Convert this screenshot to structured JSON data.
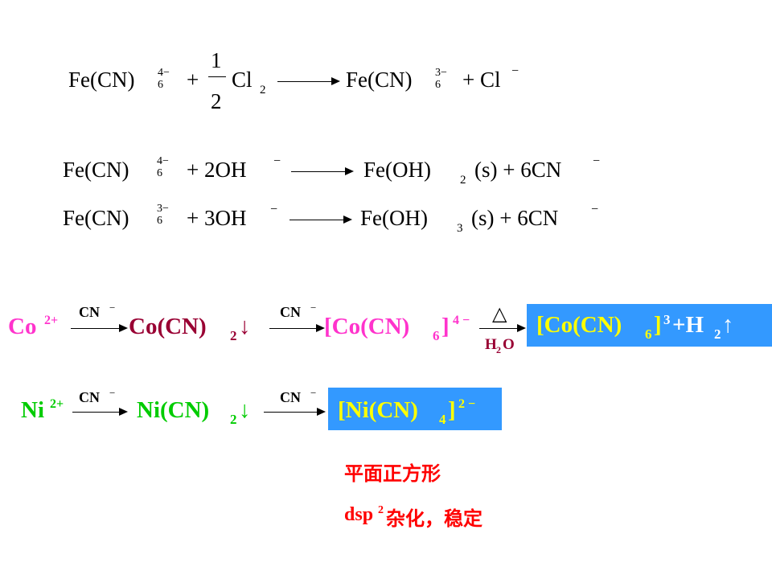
{
  "equation1": {
    "reactant": "Fe(CN)",
    "reactant_charge": "4−",
    "reactant_sub": "6",
    "plus1": "+",
    "frac_num": "1",
    "frac_den": "2",
    "cl": "Cl",
    "cl_sub": "2",
    "product": "Fe(CN)",
    "product_charge": "3−",
    "product_sub": "6",
    "plus2": "+ Cl",
    "cl_charge": "−"
  },
  "equation2": {
    "reactant": "Fe(CN)",
    "charge": "4−",
    "sub": "6",
    "oh": "+ 2OH",
    "oh_charge": "−",
    "product": "Fe(OH)",
    "product_sub": "2",
    "rest": "(s) + 6CN",
    "cn_charge": "−"
  },
  "equation3": {
    "reactant": "Fe(CN)",
    "charge": "3−",
    "sub": "6",
    "oh": "+ 3OH",
    "oh_charge": "−",
    "product": "Fe(OH)",
    "product_sub": "3",
    "rest": "(s) + 6CN",
    "cn_charge": "−"
  },
  "cobalt": {
    "ion": "Co",
    "ion_charge": "2+",
    "reagent1": "CN",
    "reagent1_charge": "−",
    "ppt": "Co(CN)",
    "ppt_sub": "2",
    "ppt_arrow": "↓",
    "reagent2": "CN",
    "reagent2_charge": "−",
    "complex": "[Co(CN)",
    "complex_sub": "6",
    "complex_close": "]",
    "complex_charge": "4 −",
    "heat": "△",
    "water": "H",
    "water_sub": "2",
    "water_o": "O",
    "final": "[Co(CN)",
    "final_sub": "6",
    "final_close": "]",
    "final_charge": "3",
    "final_h2": "+H",
    "final_h2_sub": "2",
    "final_gas": "↑"
  },
  "nickel": {
    "ion": "Ni",
    "ion_charge": "2+",
    "reagent1": "CN",
    "reagent1_charge": "−",
    "ppt": "Ni(CN)",
    "ppt_sub": "2",
    "ppt_arrow": "↓",
    "reagent2": "CN",
    "reagent2_charge": "−",
    "complex": "[Ni(CN)",
    "complex_sub": "4",
    "complex_close": "]",
    "complex_charge": "2 −"
  },
  "notes": {
    "geometry": "平面正方形",
    "hybrid_prefix": "dsp",
    "hybrid_sup": "2",
    "hybrid_text": "杂化，稳定"
  },
  "colors": {
    "magenta": "#ff33cc",
    "darkred": "#990033",
    "nickel_green": "#00cc00",
    "box_blue": "#3399ff",
    "yellow": "#ffff00",
    "note_red": "#ff0000"
  }
}
